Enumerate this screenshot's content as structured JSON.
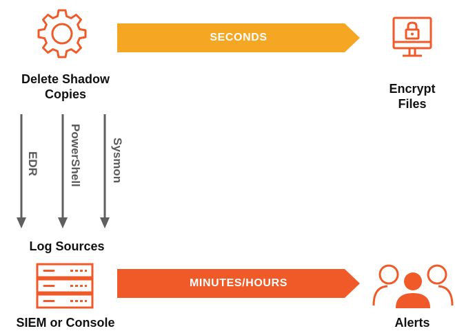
{
  "colors": {
    "icon_orange": "#f05a28",
    "arrow_yellow": "#f5a623",
    "arrow_orange": "#f05a28",
    "gray_arrow": "#5f5f5f"
  },
  "top": {
    "source_icon": "gear-icon",
    "source_label": "Delete Shadow Copies",
    "banner_label": "SECONDS",
    "target_icon": "locked-monitor-icon",
    "target_label": "Encrypt Files"
  },
  "log_arrows": [
    "EDR",
    "PowerShell",
    "Sysmon"
  ],
  "middle": {
    "log_sources_label": "Log Sources"
  },
  "bottom": {
    "source_icon": "server-stack-icon",
    "source_label": "SIEM or Console",
    "banner_label": "MINUTES/HOURS",
    "target_icon": "people-group-icon",
    "target_label": "Alerts"
  }
}
